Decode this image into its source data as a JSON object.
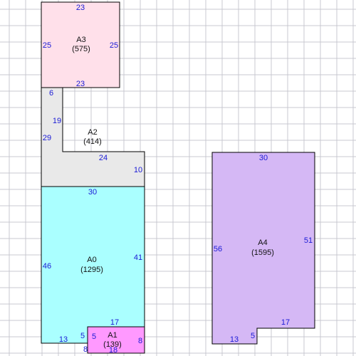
{
  "colors": {
    "grid": "#c9c9d1",
    "edge_label": "#1a1ad6",
    "area_label": "#111111",
    "outline": "#000000",
    "A0": "#aaffff",
    "A1": "#ff99ff",
    "A2": "#e9e9e9",
    "A3": "#ffe0ea",
    "A4": "#d5b8f5"
  },
  "areas": [
    {
      "id": "A0",
      "name": "A0",
      "area": "(1295)",
      "edges": [
        "30",
        "41",
        "17",
        "5",
        "13",
        "46"
      ]
    },
    {
      "id": "A1",
      "name": "A1",
      "area": "(139)",
      "edges": [
        "8",
        "18",
        "8",
        "5"
      ]
    },
    {
      "id": "A2",
      "name": "A2",
      "area": "(414)",
      "edges": [
        "6",
        "19",
        "24",
        "10",
        "29"
      ]
    },
    {
      "id": "A3",
      "name": "A3",
      "area": "(575)",
      "edges": [
        "23",
        "25",
        "23",
        "25"
      ]
    },
    {
      "id": "A4",
      "name": "A4",
      "area": "(1595)",
      "edges": [
        "30",
        "51",
        "17",
        "5",
        "13",
        "56"
      ]
    }
  ]
}
